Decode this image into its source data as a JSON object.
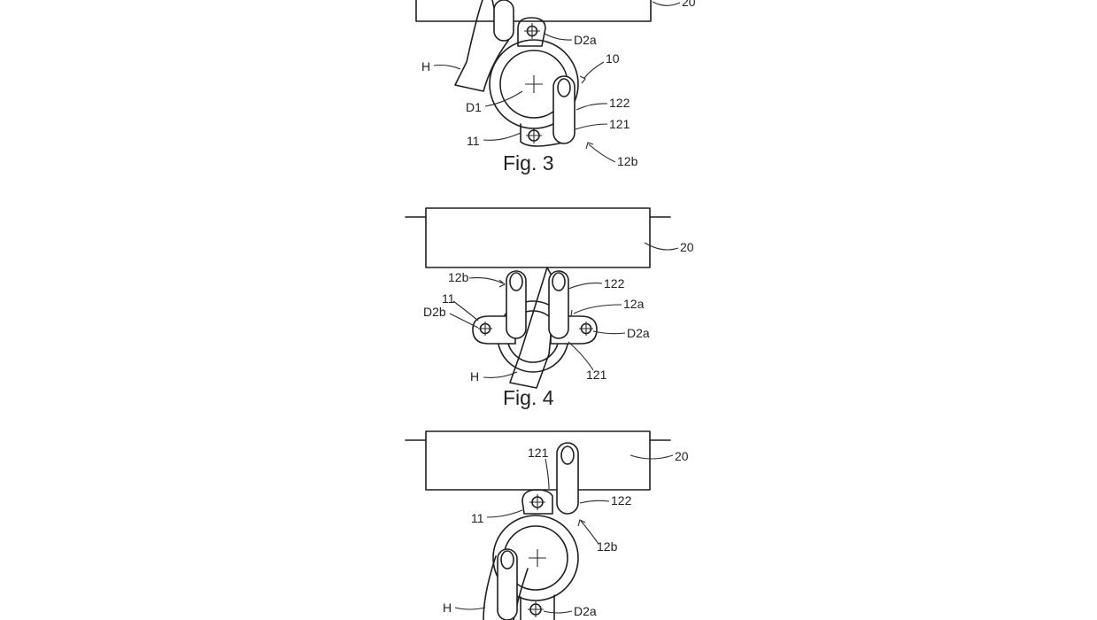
{
  "figures": [
    {
      "caption": "Fig. 3",
      "labels": {
        "panel": "20",
        "hand": "H",
        "pivot_a": "D2a",
        "assembly": "10",
        "lever_tip": "122",
        "lever_base": "121",
        "axis": "D1",
        "ring": "11",
        "lever": "12b"
      }
    },
    {
      "caption": "Fig. 4",
      "labels": {
        "panel": "20",
        "lever_b": "12b",
        "lever_tip": "122",
        "ring": "11",
        "lever_a": "12a",
        "pivot_b": "D2b",
        "pivot_a": "D2a",
        "hand": "H",
        "lever_base": "121"
      }
    },
    {
      "caption": "",
      "labels": {
        "lever_base": "121",
        "panel": "20",
        "lever_tip": "122",
        "ring": "11",
        "lever": "12b",
        "hand": "H",
        "pivot_a": "D2a"
      }
    }
  ]
}
